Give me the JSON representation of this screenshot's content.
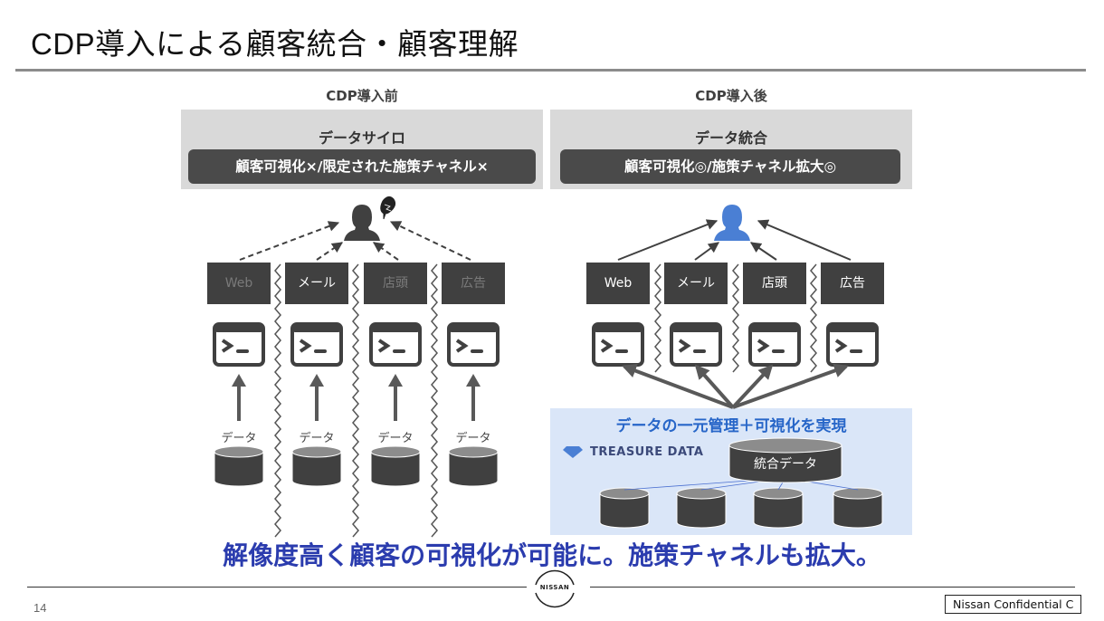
{
  "slide": {
    "title": "CDP導入による顧客統合・顧客理解",
    "page_number": "14",
    "confidential_label": "Nissan Confidential C",
    "logo_text": "NISSAN",
    "conclusion": "解像度高く顧客の可視化が可能に。施策チャネルも拡大。"
  },
  "before": {
    "heading": "CDP導入前",
    "panel_title": "データサイロ",
    "panel_bar": "顧客可視化×/限定された施策チャネル×",
    "channels": [
      {
        "label": "Web",
        "highlighted": false
      },
      {
        "label": "メール",
        "highlighted": true
      },
      {
        "label": "店頭",
        "highlighted": false
      },
      {
        "label": "広告",
        "highlighted": false
      }
    ],
    "data_label": "データ",
    "customer_icon_color": "#404040"
  },
  "after": {
    "heading": "CDP導入後",
    "panel_title": "データ統合",
    "panel_bar": "顧客可視化◎/施策チャネル拡大◎",
    "channels": [
      {
        "label": "Web"
      },
      {
        "label": "メール"
      },
      {
        "label": "店頭"
      },
      {
        "label": "広告"
      }
    ],
    "cdp_heading": "データの一元管理＋可視化を実現",
    "vendor_name": "TREASURE DATA",
    "integrated_db_label": "統合データ",
    "customer_icon_color": "#4a7fd4"
  },
  "colors": {
    "conclusion": "#2b3cae",
    "cdp_heading": "#2766c8",
    "cdp_background": "#dae6f8",
    "dark_box": "#404040"
  }
}
